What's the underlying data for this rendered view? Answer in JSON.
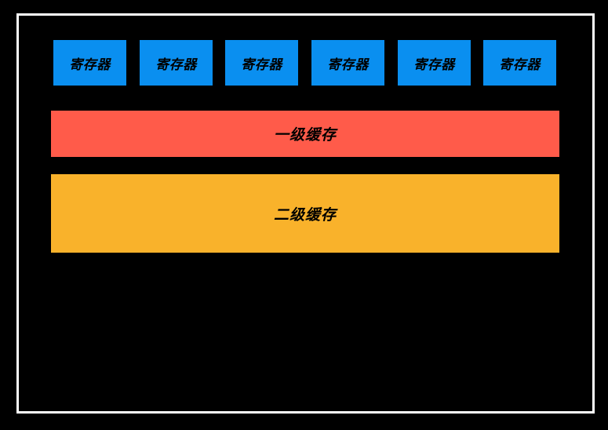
{
  "registers": [
    {
      "label": "寄存器"
    },
    {
      "label": "寄存器"
    },
    {
      "label": "寄存器"
    },
    {
      "label": "寄存器"
    },
    {
      "label": "寄存器"
    },
    {
      "label": "寄存器"
    }
  ],
  "l1_cache": {
    "label": "一级缓存"
  },
  "l2_cache": {
    "label": "二级缓存"
  },
  "colors": {
    "background": "#000000",
    "frame_border": "#ffffff",
    "register_fill": "#0a8ff0",
    "l1_fill": "#ff5b4a",
    "l2_fill": "#f9b22b",
    "text": "#000000"
  }
}
